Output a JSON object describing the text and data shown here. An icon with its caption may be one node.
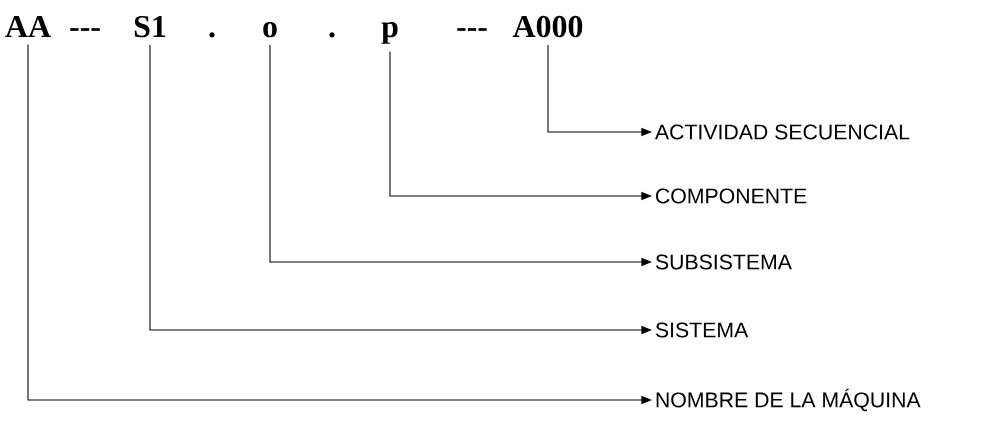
{
  "diagram": {
    "nodes": [
      {
        "text": [
          "AA"
        ]
      },
      {
        "text": [
          "S1"
        ]
      },
      {
        "text": [
          "o"
        ]
      },
      {
        "text": [
          "p"
        ]
      },
      {
        "text": [
          "A000"
        ]
      },
      {
        "text": [
          "ACTIVIDAD SECUENCIAL"
        ]
      },
      {
        "text": [
          "COMPONENTE"
        ]
      },
      {
        "text": [
          "SUBSISTEMA"
        ]
      },
      {
        "text": [
          "SISTEMA"
        ]
      },
      {
        "text": [
          "NOMBRE DE LA MÁQUINA"
        ]
      }
    ],
    "edges": [
      {
        "from": 4,
        "to": 5,
        "arrow": "to"
      },
      {
        "from": 3,
        "to": 6,
        "arrow": "to"
      },
      {
        "from": 2,
        "to": 7,
        "arrow": "to"
      },
      {
        "from": 1,
        "to": 8,
        "arrow": "to"
      },
      {
        "from": 0,
        "to": 9,
        "arrow": "to"
      }
    ],
    "labels": [
      "---",
      ".",
      ".",
      "---"
    ]
  }
}
